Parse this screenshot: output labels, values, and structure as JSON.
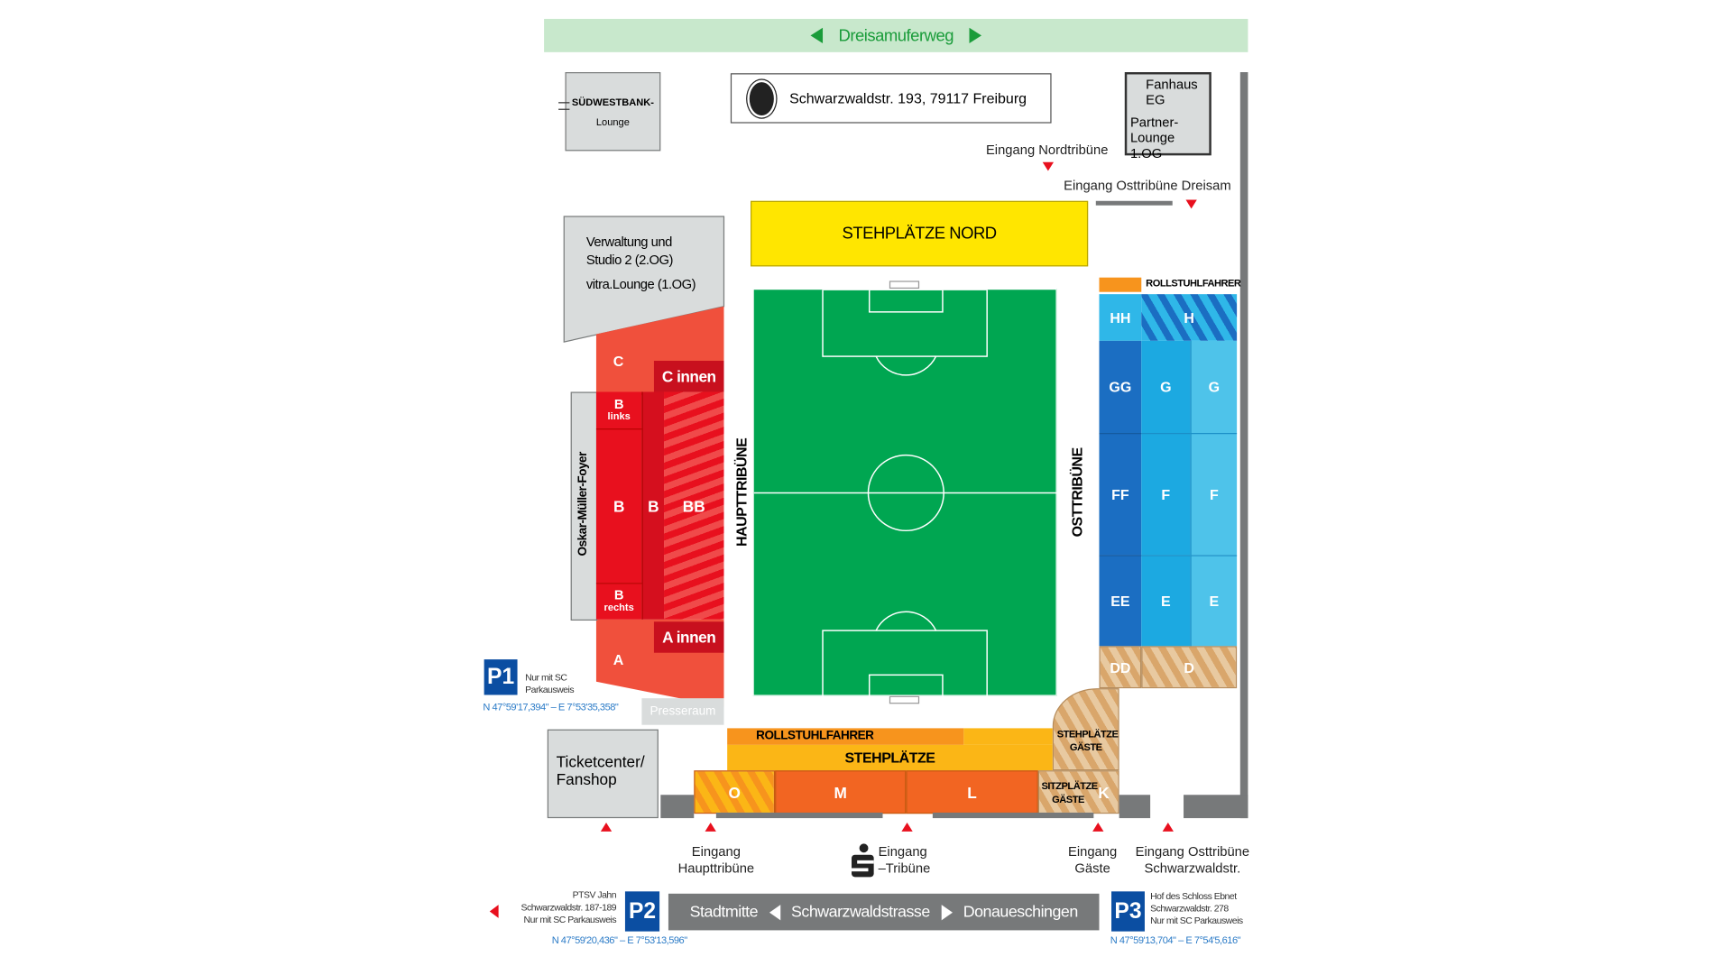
{
  "colors": {
    "pitch": "#00a651",
    "north": "#ffe600",
    "red_light": "#f0503c",
    "red_dark": "#e8101e",
    "blue_dark": "#1b6ec2",
    "blue_mid": "#1ca9e1",
    "blue_light": "#4ec3ea",
    "orange": "#f26522",
    "yellow_orange": "#fbb616",
    "guest_tan": "#e8c9a0",
    "parking_blue": "#0b4ea2",
    "road_gray": "#77797a",
    "path_green": "#c8e8cc"
  },
  "top_path": {
    "label": "Dreisamuferweg",
    "left_arrow": "arrow-left-icon",
    "right_arrow": "arrow-right-icon"
  },
  "address": {
    "text": "Schwarzwaldstr. 193, 79117 Freiburg",
    "logo": "sc-freiburg-logo"
  },
  "buildings": {
    "suedwestbank": {
      "line1": "SÜDWESTBANK-",
      "line2": "Lounge"
    },
    "fanhaus": {
      "line1": "Fanhaus",
      "line2": "EG",
      "line3": "Partner-",
      "line4": "Lounge 1.OG"
    },
    "verwaltung": {
      "line1": "Verwaltung  und",
      "line2": "Studio 2 (2.OG)",
      "line3": "vitra.Lounge (1.OG)"
    },
    "foyer": "Oskar-Müller-Foyer",
    "presseraum": "Presseraum",
    "ticketcenter": {
      "line1": "Ticketcenter/",
      "line2": "Fanshop"
    }
  },
  "stands": {
    "north": "STEHPLÄTZE NORD",
    "main_label": "HAUPTTRIBÜNE",
    "east_label": "OSTTRIBÜNE",
    "west_blocks": {
      "c": "C",
      "c_innen": "C innen",
      "b_links": "B",
      "b_links_sub": "links",
      "b": "B",
      "b_narrow": "B",
      "bb": "BB",
      "b_rechts": "B",
      "b_rechts_sub": "rechts",
      "a": "A",
      "a_innen": "A innen"
    },
    "east_blocks": {
      "wheelchair": "ROLLSTUHLFAHRER",
      "hh": "HH",
      "h": "H",
      "gg": "GG",
      "g1": "G",
      "g2": "G",
      "ff": "FF",
      "f1": "F",
      "f2": "F",
      "ee": "EE",
      "e1": "E",
      "e2": "E",
      "dd": "DD",
      "d": "D"
    },
    "south": {
      "wheelchair": "ROLLSTUHLFAHRER",
      "standing": "STEHPLÄTZE",
      "o": "O",
      "m": "M",
      "l": "L",
      "k": "K",
      "guest_standing": "STEHPLÄTZE GÄSTE",
      "guest_seating": "SITZPLÄTZE GÄSTE"
    }
  },
  "entrances": {
    "nord": "Eingang  Nordtribüne",
    "ost_dreisam": "Eingang Osttribüne Dreisam",
    "haupt_1": "Eingang",
    "haupt_2": "Haupttribüne",
    "s_1": "Eingang",
    "s_2": "–Tribüne",
    "gaeste_1": "Eingang",
    "gaeste_2": "Gäste",
    "ost_schwarz_1": "Eingang Osttribüne",
    "ost_schwarz_2": "Schwarzwaldstr."
  },
  "parking": {
    "p1": {
      "label": "P1",
      "line1": "Nur mit SC",
      "line2": "Parkausweis",
      "coords": "N 47°59'17,394\" – E 7°53'35,358\""
    },
    "p2": {
      "label": "P2",
      "line1": "PTSV Jahn",
      "line2": "Schwarzwaldstr. 187-189",
      "line3": "Nur mit SC Parkausweis",
      "coords": "N 47°59'20,436\" – E 7°53'13,596\""
    },
    "p3": {
      "label": "P3",
      "line1": "Hof des Schloss Ebnet",
      "line2": "Schwarzwaldstr. 278",
      "line3": "Nur mit SC Parkausweis",
      "coords": "N 47°59'13,704\" – E 7°54'5,616\""
    }
  },
  "road": {
    "left": "Stadtmitte",
    "center": "Schwarzwaldstrasse",
    "right": "Donaueschingen"
  }
}
